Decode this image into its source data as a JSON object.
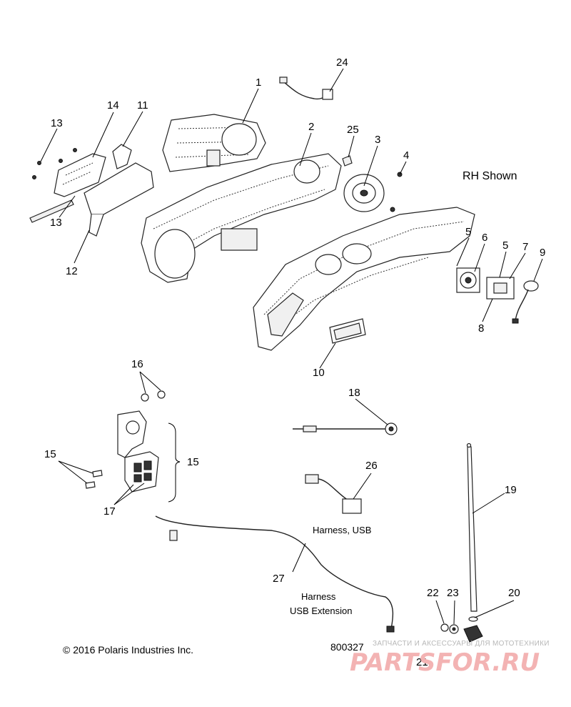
{
  "diagram": {
    "note": "RH Shown",
    "copyright": "© 2016 Polaris Industries Inc.",
    "drawing_number": "800327",
    "callouts": {
      "c1": "1",
      "c2": "2",
      "c3": "3",
      "c4": "4",
      "c5a": "5",
      "c5b": "5",
      "c6": "6",
      "c7": "7",
      "c8": "8",
      "c9": "9",
      "c10": "10",
      "c11": "11",
      "c12": "12",
      "c13a": "13",
      "c13b": "13",
      "c14": "14",
      "c15a": "15",
      "c15b": "15",
      "c16": "16",
      "c17": "17",
      "c18": "18",
      "c19": "19",
      "c20": "20",
      "c21": "21",
      "c22": "22",
      "c23": "23",
      "c24": "24",
      "c25": "25",
      "c26": "26",
      "c27": "27"
    },
    "captions": {
      "harness_usb": "Harness, USB",
      "harness_ext_line1": "Harness",
      "harness_ext_line2": "USB Extension"
    }
  },
  "watermark": {
    "tagline": "ЗАПЧАСТИ И АКСЕССУАРЫ ДЛЯ МОТОТЕХНИКИ",
    "brand": "PARTSFOR.RU"
  }
}
